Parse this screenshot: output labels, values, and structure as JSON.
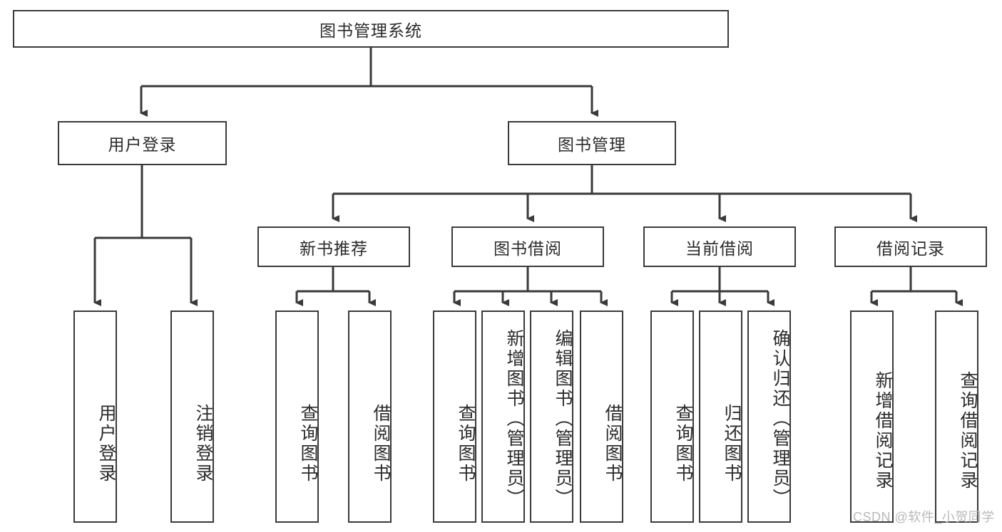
{
  "diagram": {
    "title_text": "图书管理系统",
    "type": "hierarchy-tree",
    "watermark": "CSDN @软件_小贺同学",
    "colors": {
      "box_border": "#3a3a3a",
      "box_fill": "#ffffff",
      "connector": "#3a3a3a",
      "text": "#2b2b2b",
      "watermark": "#b9b9b9",
      "background": "#ffffff"
    },
    "levels": {
      "root": "图书管理系统",
      "level2": [
        "用户登录",
        "图书管理"
      ],
      "level3": [
        "新书推荐",
        "图书借阅",
        "当前借阅",
        "借阅记录"
      ],
      "level4": [
        "用户登录",
        "注销登录",
        "查询图书",
        "借阅图书",
        "查询图书",
        "新增图书（管理员）",
        "编辑图书（管理员）",
        "借阅图书",
        "查询图书",
        "归还图书",
        "确认归还（管理员）",
        "新增借阅记录",
        "查询借阅记录"
      ]
    },
    "nodes": {
      "root": {
        "label": "图书管理系统"
      },
      "user_login": {
        "label": "用户登录"
      },
      "book_manage": {
        "label": "图书管理"
      },
      "new_book_rec": {
        "label": "新书推荐"
      },
      "book_borrow": {
        "label": "图书借阅"
      },
      "current_borrow": {
        "label": "当前借阅"
      },
      "borrow_record": {
        "label": "借阅记录"
      },
      "leaf_user_login": {
        "label": "用户登录"
      },
      "leaf_user_logout": {
        "label": "注销登录"
      },
      "leaf_rec_query": {
        "label": "查询图书"
      },
      "leaf_rec_borrow": {
        "label": "借阅图书"
      },
      "leaf_bb_query": {
        "label": "查询图书"
      },
      "leaf_bb_add": {
        "label": "新增图书（管理员）"
      },
      "leaf_bb_edit": {
        "label": "编辑图书（管理员）"
      },
      "leaf_bb_borrow": {
        "label": "借阅图书"
      },
      "leaf_cb_query": {
        "label": "查询图书"
      },
      "leaf_cb_return": {
        "label": "归还图书"
      },
      "leaf_cb_confirm": {
        "label": "确认归还（管理员）"
      },
      "leaf_br_add": {
        "label": "新增借阅记录"
      },
      "leaf_br_query": {
        "label": "查询借阅记录"
      }
    }
  }
}
